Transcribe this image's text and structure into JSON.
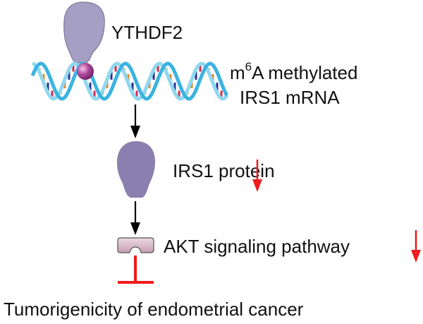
{
  "labels": {
    "ythdf2": "YTHDF2",
    "mrna_m": "m",
    "mrna_sup": "6",
    "mrna_rest": "A methylated",
    "mrna_line2": "IRS1 mRNA",
    "protein": "IRS1 protein",
    "akt": "AKT signaling pathway",
    "outcome": "Tumorigenicity of endometrial cancer"
  },
  "colors": {
    "ythdf2": "#a59fc4",
    "sphere": "#b0479e",
    "helix": "#7fd0ea",
    "protein": "#8a7fae",
    "akt": "#d8b9c6",
    "down_arrow": "#ee1c1c",
    "inhibit": "#ee1c1c"
  }
}
